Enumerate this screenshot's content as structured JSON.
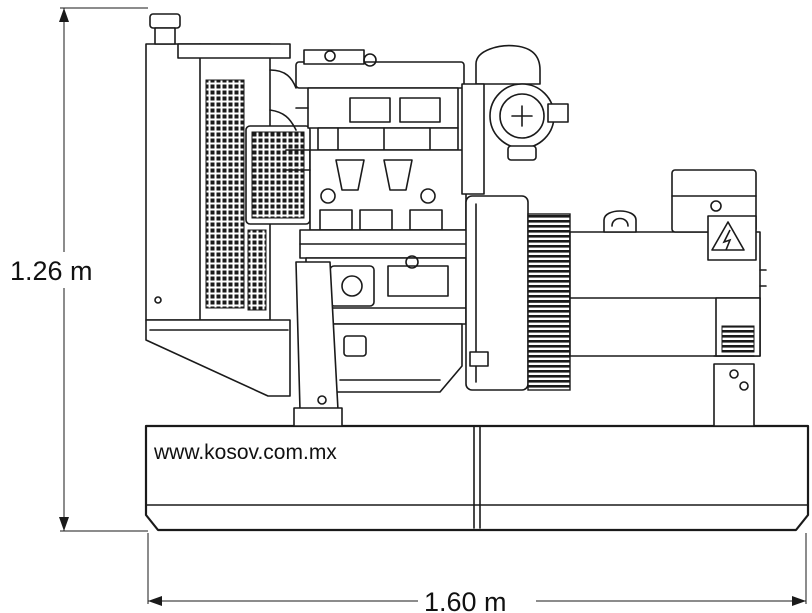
{
  "labels": {
    "height_dimension": "1.26 m",
    "width_dimension": "1.60 m",
    "website": "www.kosov.com.mx"
  },
  "icons": {
    "warning": "high-voltage-warning-icon"
  }
}
